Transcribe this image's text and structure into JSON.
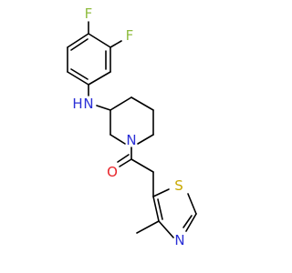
{
  "molecule": {
    "atoms": {
      "f_top": {
        "label": "F",
        "color": "#8fbc3f"
      },
      "f_right": {
        "label": "F",
        "color": "#8fbc3f"
      },
      "nh_amine": {
        "label": "N",
        "h_label": "H",
        "color": "#2a2fd6"
      },
      "n_piperidine": {
        "label": "N",
        "color": "#2a2fd6"
      },
      "o_carbonyl": {
        "label": "O",
        "color": "#e8242a"
      },
      "s_thiazole": {
        "label": "S",
        "color": "#c8a800"
      },
      "n_thiazole": {
        "label": "N",
        "color": "#2a2fd6"
      }
    },
    "bond_color": "#000000"
  }
}
